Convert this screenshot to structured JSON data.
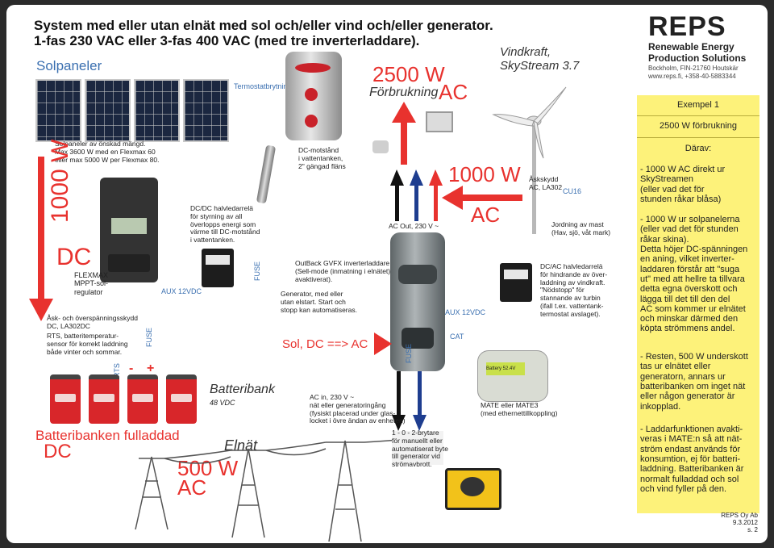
{
  "title": {
    "line1": "System med eller utan elnät med sol och/eller vind och/eller generator.",
    "line2": "1-fas 230 VAC eller 3-fas 400 VAC (med tre inverterladdare)."
  },
  "logo": {
    "name": "REPS",
    "line1": "Renewable Energy",
    "line2": "Production Solutions",
    "address": "Bockholm, FIN-21760 Houtskär",
    "contact": "www.reps.fi, +358-40-5883344"
  },
  "labels": {
    "solpaneler": "Solpaneler",
    "termostat": "Termostatbrytning",
    "consumption_value": "2500 W",
    "consumption_label": "Förbrukning",
    "consumption_unit": "AC",
    "vindkraft": "Vindkraft,\nSkyStream 3.7",
    "solar_desc": "Solpaneler av önskad mängd.\nMax 3600 W med en Flexmax 60\neller max 5000 W per Flexmax 80.",
    "dc1000_value": "1000 W",
    "dc1000_unit": "DC",
    "flexmax": "FLEXMAX\nMPPT-sol-\nregulator",
    "dcdc_relay": "DC/DC halvledarrelä\nför styrning av all\növerlopps energi som\nvärme till DC-motstånd\ni vattentanken.",
    "dc_resistor": "DC-motstånd\ni vattentanken,\n2\" gängad fläns",
    "aux1": "AUX 12VDC",
    "fuse1": "FUSE",
    "outback_gvfx": "OutBack GVFX inverterladdare\n(Sell-mode (inmatning i elnätet)\navaktiverat).",
    "generator_note": "Generator, med eller\nutan elstart. Start och\nstopp kan automatiseras.",
    "ac_out": "AC Out, 230 V ~",
    "ac1000_value": "1000 W",
    "ac1000_unit": "AC",
    "askskydd": "Åskskydd\nAC, LA302",
    "cu16": "CU16",
    "jordning": "Jordning av mast\n(Hav, sjö, våt mark)",
    "dcac_relay": "DC/AC halvledarrelä\nför hindrande av över-\nladdning av vindkraft.\n\"Nödstopp\" för\nstannande av turbin\n(ifall t.ex. vattentank-\ntermostat avslaget).",
    "ask_dc": "Åsk- och överspänningsskydd\nDC, LA302DC",
    "rts_desc": "RTS, batteritemperatur-\nsensor för korrekt laddning\nbåde vinter och sommar.",
    "fuse2": "FUSE",
    "rts_tag": "RTS",
    "minus": "-",
    "plus": "+",
    "aux2": "AUX 12VDC",
    "cat": "CAT",
    "sol_dc_ac": "Sol, DC ==> AC",
    "fuse3": "FUSE",
    "batteribank": "Batteribank",
    "batt_voltage": "48 VDC",
    "ac_in": "AC in, 230 V ~\nnät eller generatoringång\n(fysiskt placerad under glas-\nlocket i övre ändan av enheten)",
    "mate": "MATE eller MATE3\n(med ethernettillkoppling)",
    "full_line1": "Batteribanken fulladdad",
    "full_line2": "DC",
    "elnat": "Elnät",
    "ac500_value": "500 W",
    "ac500_unit": "AC",
    "switch": "1 - 0 - 2-brytare\nför manuellt eller\nautomatiserat byte\ntill generator vid\nströmavbrott."
  },
  "sidebar": {
    "heading": "Exempel 1",
    "subheading": "2500 W förbrukning",
    "intro": "Därav:",
    "item1": "- 1000 W AC direkt ur\n  SkyStreamen\n  (eller vad det för\n  stunden råkar blåsa)",
    "item2": "- 1000 W ur solpanelerna\n  (eller vad det för stunden\n  råkar skina).\n  Detta höjer DC-spänningen\n  en aning, vilket inverter-\n  laddaren förstår att \"suga\n  ut\" med att hellre ta tillvara\n  detta egna överskott och\n  lägga till det till den del\n  AC som kommer ur elnätet\n  och minskar därmed den\n  köpta strömmens andel.",
    "item3": "- Resten, 500 W underskott\n  tas ur elnätet eller\n  generatorn, annars ur\n  batteribanken om inget nät\n  eller någon generator är\n  inkopplad.",
    "item4": "- Laddarfunktionen avakti-\n  veras i MATE:n så att nät-\n  ström endast används för\n  konsumtion, ej för batteri-\n  laddning. Batteribanken är\n  normalt fulladdad och sol\n  och vind fyller på den."
  },
  "footer": {
    "company": "REPS Oy Ab",
    "date": "9.3.2012",
    "page": "s. 2"
  },
  "mate_display": "Battery 52.4V",
  "colors": {
    "red": "#e8322e",
    "blue": "#1e3d8f",
    "sidebar": "#fdf27a"
  }
}
